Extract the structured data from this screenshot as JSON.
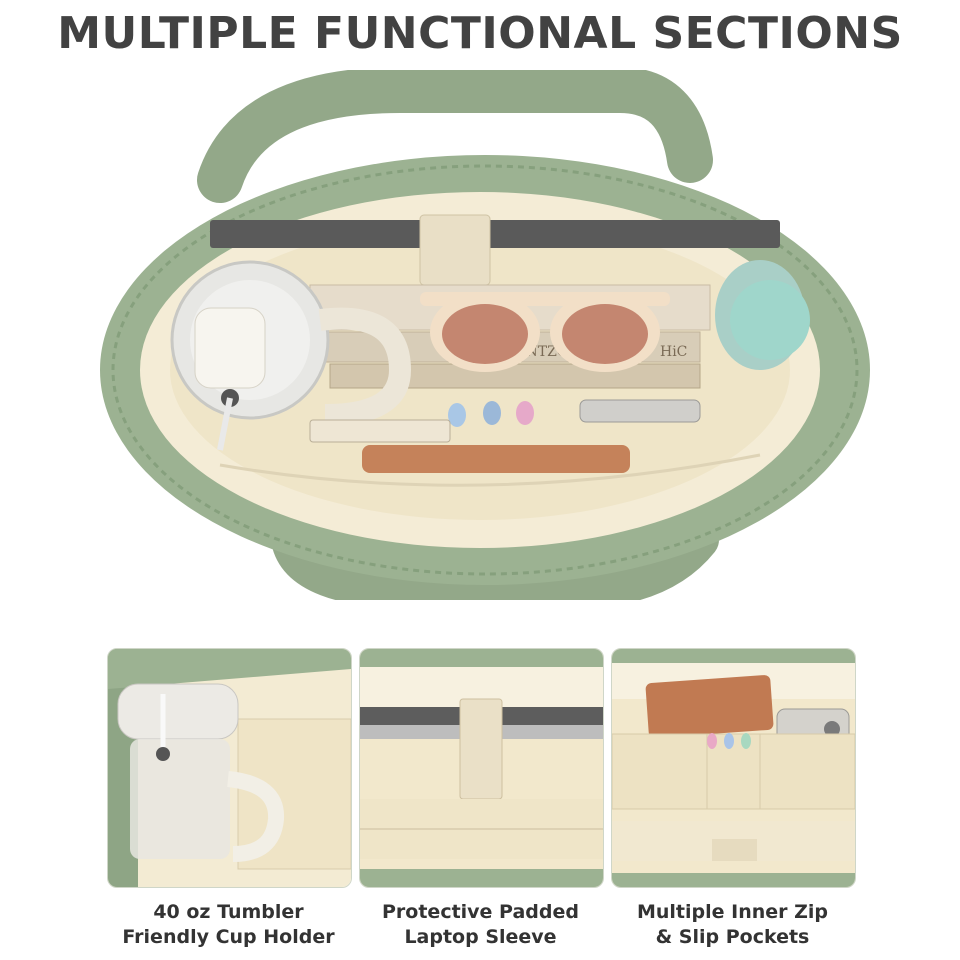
{
  "title": "MULTIPLE FUNCTIONAL SECTIONS",
  "hero_image": {
    "book_spine_texts": [
      "INTZOVM",
      "HiC"
    ]
  },
  "features": [
    {
      "line1": "40 oz Tumbler",
      "line2": "Friendly Cup Holder"
    },
    {
      "line1": "Protective Padded",
      "line2": "Laptop Sleeve"
    },
    {
      "line1": "Multiple Inner Zip",
      "line2": "& Slip Pockets"
    }
  ],
  "colors": {
    "bag_green": "#9cb292",
    "lining_cream": "#f4ecd6",
    "title_text": "#424242",
    "caption_text": "#333333"
  }
}
